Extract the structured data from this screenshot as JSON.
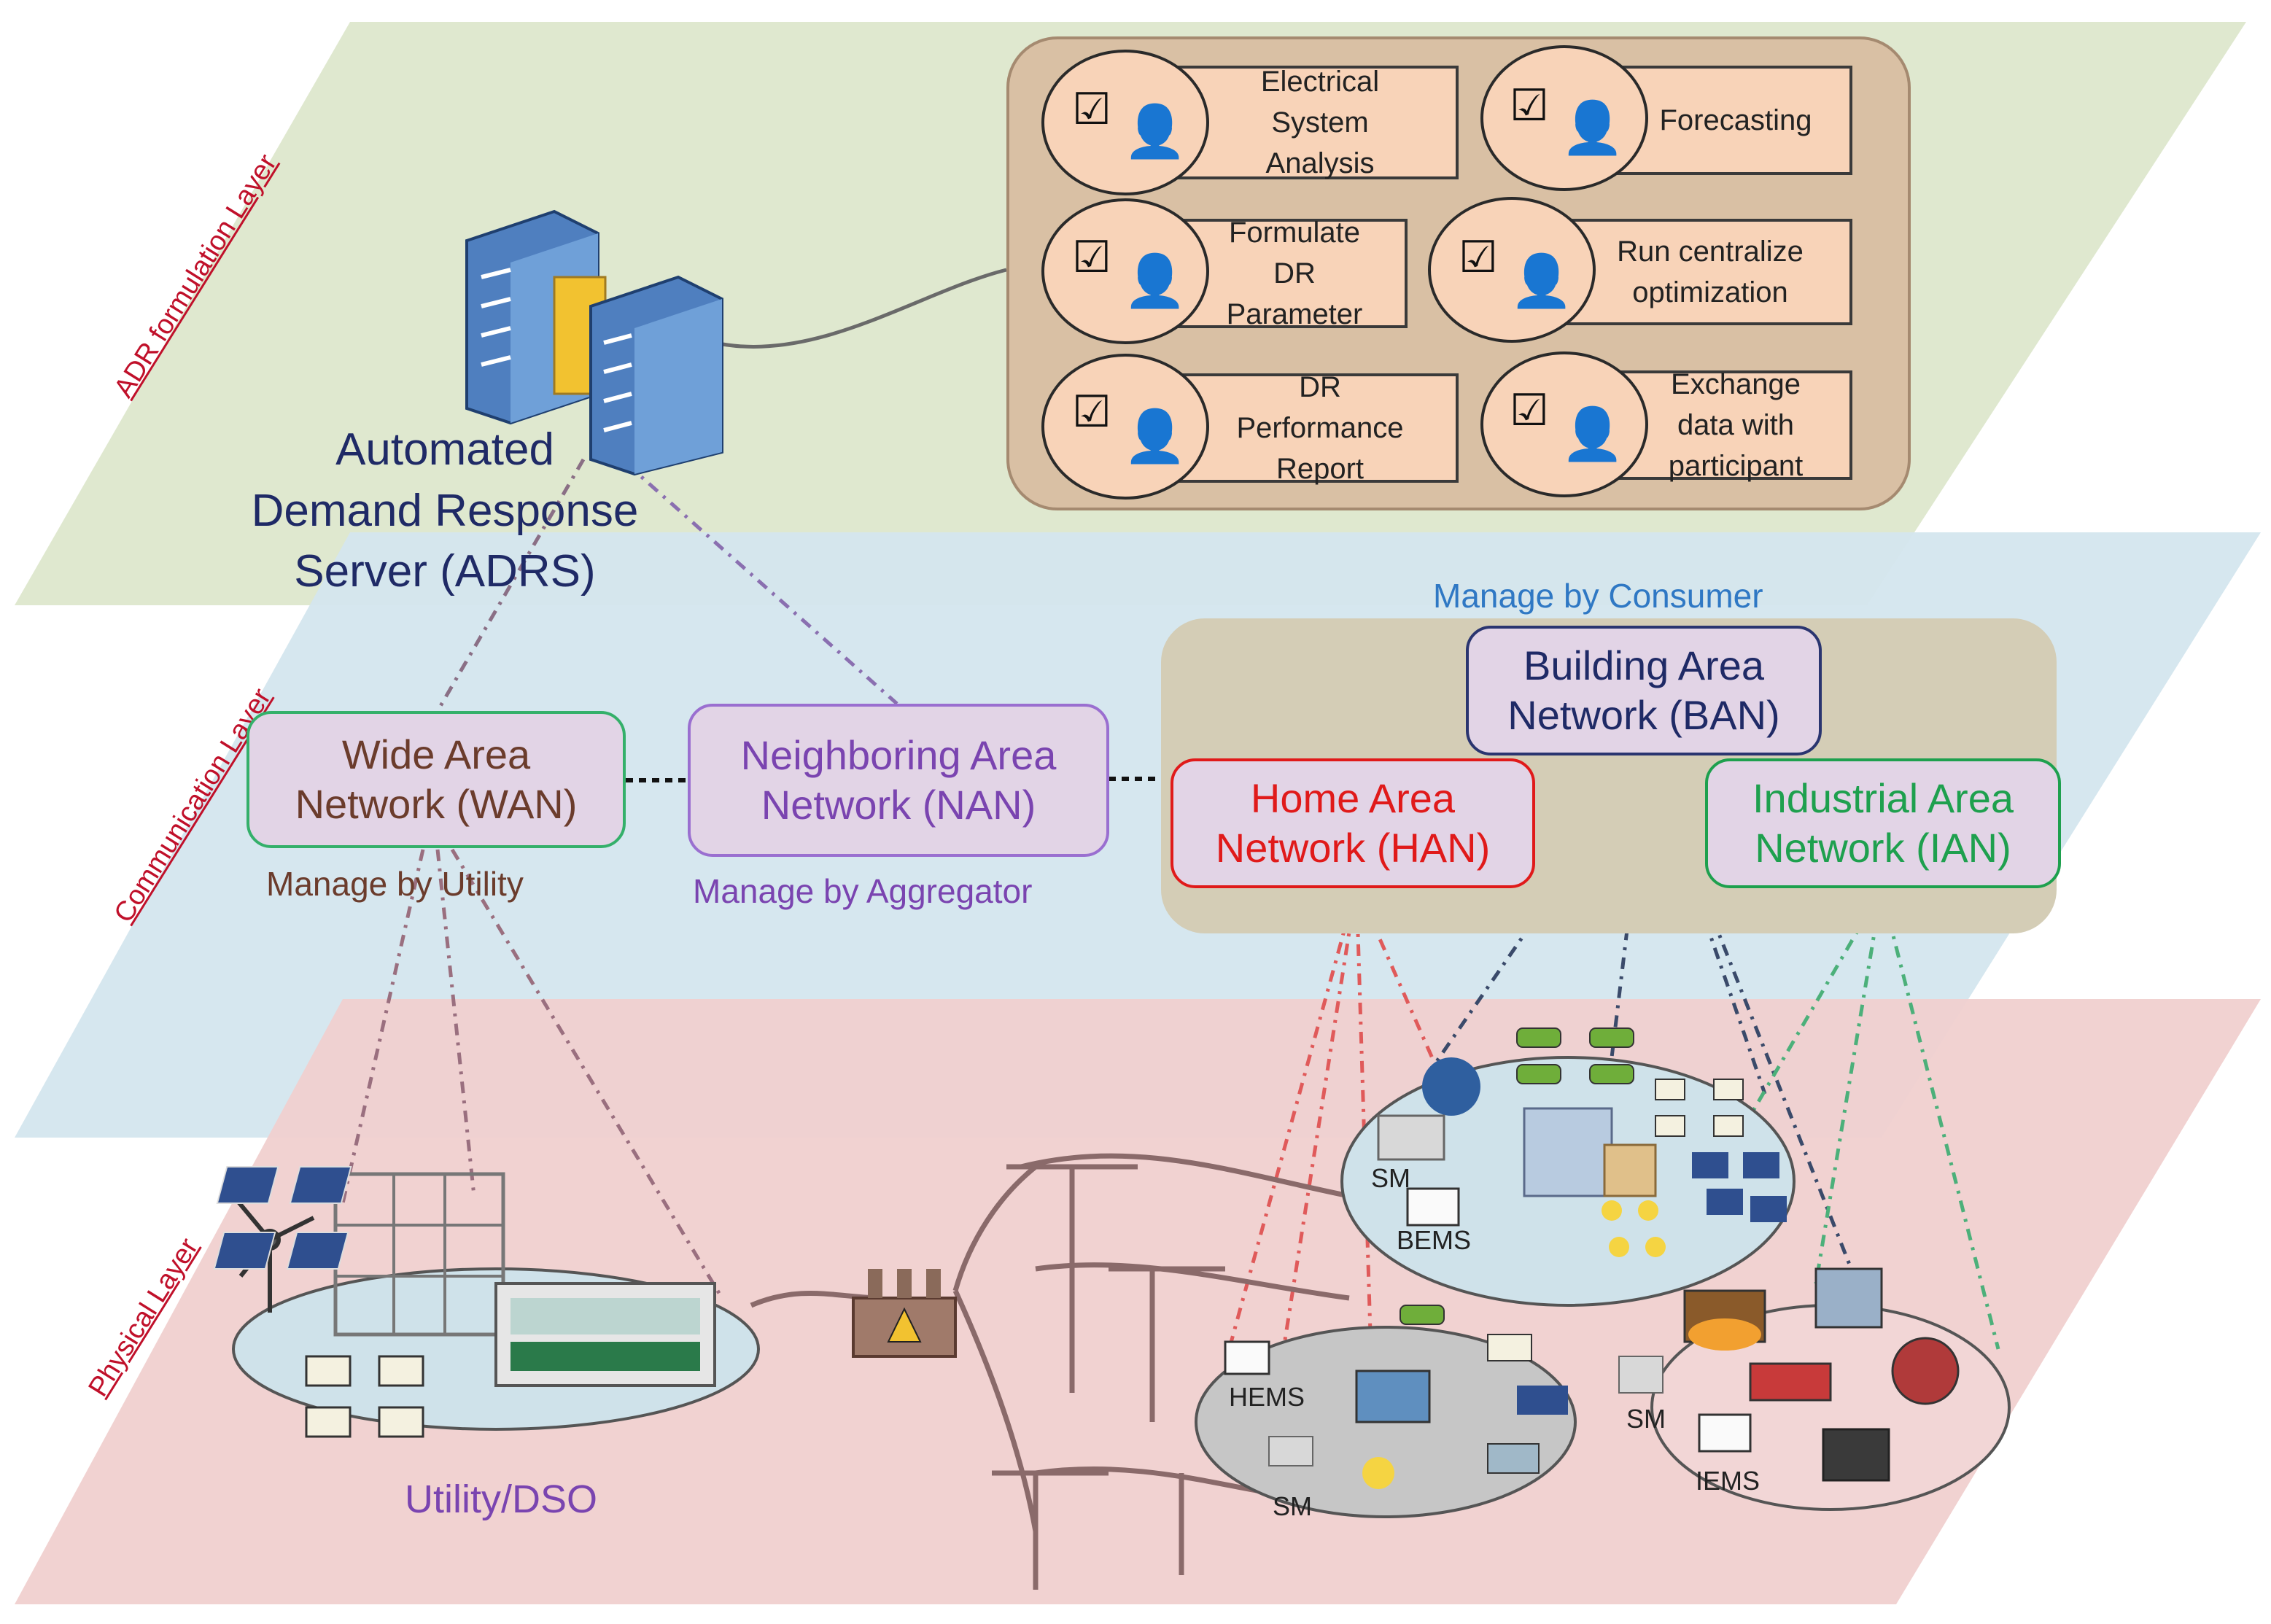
{
  "layers": {
    "adr": "ADR formulation Layer",
    "communication": "Communication Layer",
    "physical": "Physical Layer"
  },
  "server": {
    "label_line1": "Automated",
    "label_line2": "Demand Response",
    "label_line3": "Server (ADRS)"
  },
  "tasks": [
    {
      "lines": [
        "Electrical",
        "System",
        "Analysis"
      ]
    },
    {
      "lines": [
        "Forecasting"
      ]
    },
    {
      "lines": [
        "Formulate",
        "DR",
        "Parameter"
      ]
    },
    {
      "lines": [
        "Run centralize",
        "optimization"
      ]
    },
    {
      "lines": [
        "DR",
        "Performance",
        "Report"
      ]
    },
    {
      "lines": [
        "Exchange",
        "data with",
        "participant"
      ]
    }
  ],
  "networks": {
    "wan": {
      "line1": "Wide Area",
      "line2": "Network (WAN)",
      "manager": "Manage by Utility"
    },
    "nan": {
      "line1": "Neighboring Area",
      "line2": "Network (NAN)",
      "manager": "Manage by Aggregator"
    },
    "ban": {
      "line1": "Building Area",
      "line2": "Network (BAN)"
    },
    "han": {
      "line1": "Home Area",
      "line2": "Network (HAN)"
    },
    "ian": {
      "line1": "Industrial Area",
      "line2": "Network (IAN)"
    },
    "consumer_manager": "Manage by Consumer"
  },
  "physical": {
    "utility_label": "Utility/DSO",
    "building": {
      "sm": "SM",
      "ems": "BEMS"
    },
    "home": {
      "ems": "HEMS",
      "sm": "SM"
    },
    "industry": {
      "sm": "SM",
      "ems": "IEMS"
    }
  },
  "colors": {
    "adr_layer": "#dfe8cf",
    "comm_layer": "#d4e6ee",
    "phys_layer": "#f0d0cf",
    "task_panel": "#d9c0a4",
    "task_fill": "#f8d3b8",
    "consumer_panel": "#d4cdb6",
    "network_fill": "#e2d4e6",
    "wan_text": "#6b3c2c",
    "nan_text": "#7a44b0",
    "ban_text": "#1f2a66",
    "han_text": "#e01a1a",
    "ian_text": "#1ea04e",
    "server_text": "#1f2a66",
    "consumer_text": "#2f78c4",
    "utility_text": "#7a44b0",
    "layer_label": "#c0102a"
  }
}
